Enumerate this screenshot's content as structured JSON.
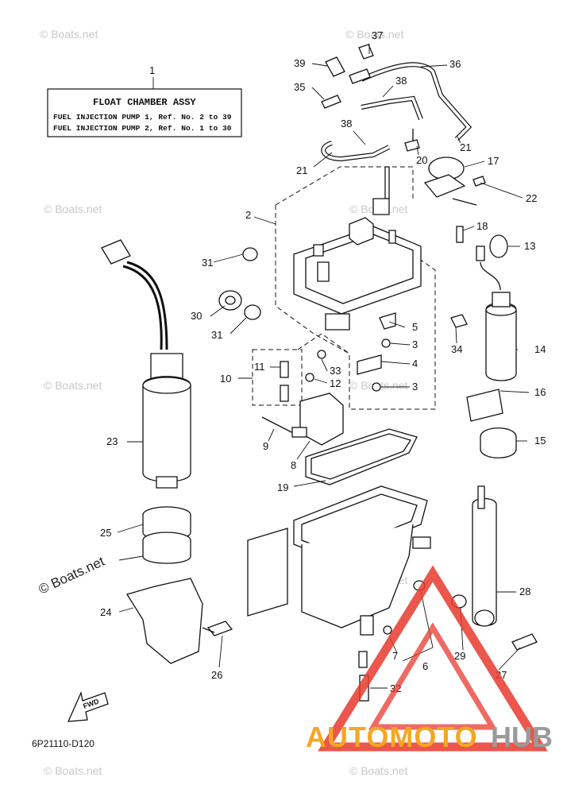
{
  "title_box": {
    "ref_no": "1",
    "title": "FLOAT CHAMBER ASSY",
    "line1": "FUEL INJECTION PUMP 1, Ref. No. 2 to 39",
    "line2": "FUEL INJECTION PUMP 2, Ref. No. 1 to 30"
  },
  "callouts": [
    "2",
    "3",
    "3",
    "4",
    "5",
    "6",
    "7",
    "8",
    "9",
    "10",
    "11",
    "12",
    "13",
    "14",
    "15",
    "16",
    "17",
    "18",
    "19",
    "20",
    "21",
    "21",
    "22",
    "23",
    "24",
    "25",
    "26",
    "27",
    "28",
    "29",
    "30",
    "31",
    "31",
    "32",
    "33",
    "34",
    "35",
    "36",
    "37",
    "38",
    "38",
    "39"
  ],
  "fwd_label": "FWD",
  "diagram_code": "6P21110-D120",
  "watermark": "© Boats.net",
  "logo": {
    "part1": "AUTOMOTO",
    "part2": "HUB",
    "color1": "#f5a623",
    "color2": "#9a9a9a",
    "triangle_color": "#e8382e"
  }
}
